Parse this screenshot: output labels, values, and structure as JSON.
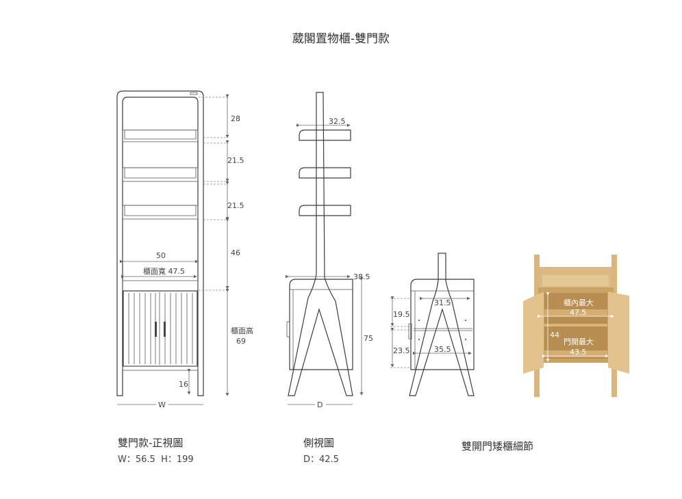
{
  "title": "葳閣置物櫃-雙門款",
  "front": {
    "caption": "雙門款-正視圖",
    "spec": "W：56.5  H：199",
    "axis_label": "W",
    "dims": {
      "top": "28",
      "shelf1": "21.5",
      "shelf2": "21.5",
      "middle": "46",
      "cabinet_label": "櫃面高",
      "cabinet": "69",
      "leg": "16",
      "width": "50",
      "top_width": "櫃面寬 47.5"
    }
  },
  "side": {
    "caption": "側視圖",
    "spec": "D：42.5",
    "axis_label": "D",
    "dims": {
      "shelf_depth": "32.5",
      "cabinet_depth": "38.5",
      "cabinet_height": "75"
    }
  },
  "detail": {
    "caption": "雙開門矮櫃細節",
    "dims": {
      "upper": "19.5",
      "lower": "23.5",
      "upper_depth": "31.5",
      "lower_depth": "35.5"
    },
    "photo": {
      "inner_label": "櫃內最大",
      "inner": "47.5",
      "height": "44",
      "door_label": "門開最大",
      "door": "43.5"
    }
  },
  "colors": {
    "wood": "#d9b67e",
    "wood_dark": "#c49a5e",
    "line": "#3a3a3a"
  }
}
